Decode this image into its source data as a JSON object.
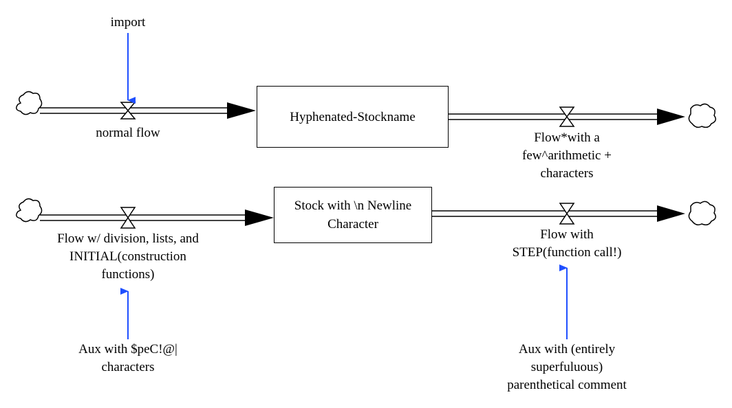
{
  "stocks": {
    "hyphenated": {
      "label": "Hyphenated-Stockname"
    },
    "newline": {
      "line1": "Stock with \\n Newline",
      "line2": "Character"
    }
  },
  "flows": {
    "normal": {
      "label": "normal flow"
    },
    "arith": {
      "line1": "Flow*with a",
      "line2": "few^arithmetic +",
      "line3": "characters"
    },
    "division": {
      "line1": "Flow w/ division, lists, and",
      "line2": "INITIAL(construction",
      "line3": "functions)"
    },
    "step": {
      "line1": "Flow with",
      "line2": "STEP(function call!)"
    }
  },
  "auxiliaries": {
    "import": {
      "label": "import"
    },
    "special": {
      "line1": "Aux with $peC!@|",
      "line2": "characters"
    },
    "comment": {
      "line1": "Aux with (entirely",
      "line2": "superfuluous)",
      "line3": "parenthetical comment"
    }
  },
  "colors": {
    "link": "#1f4fff",
    "ink": "#000000"
  }
}
